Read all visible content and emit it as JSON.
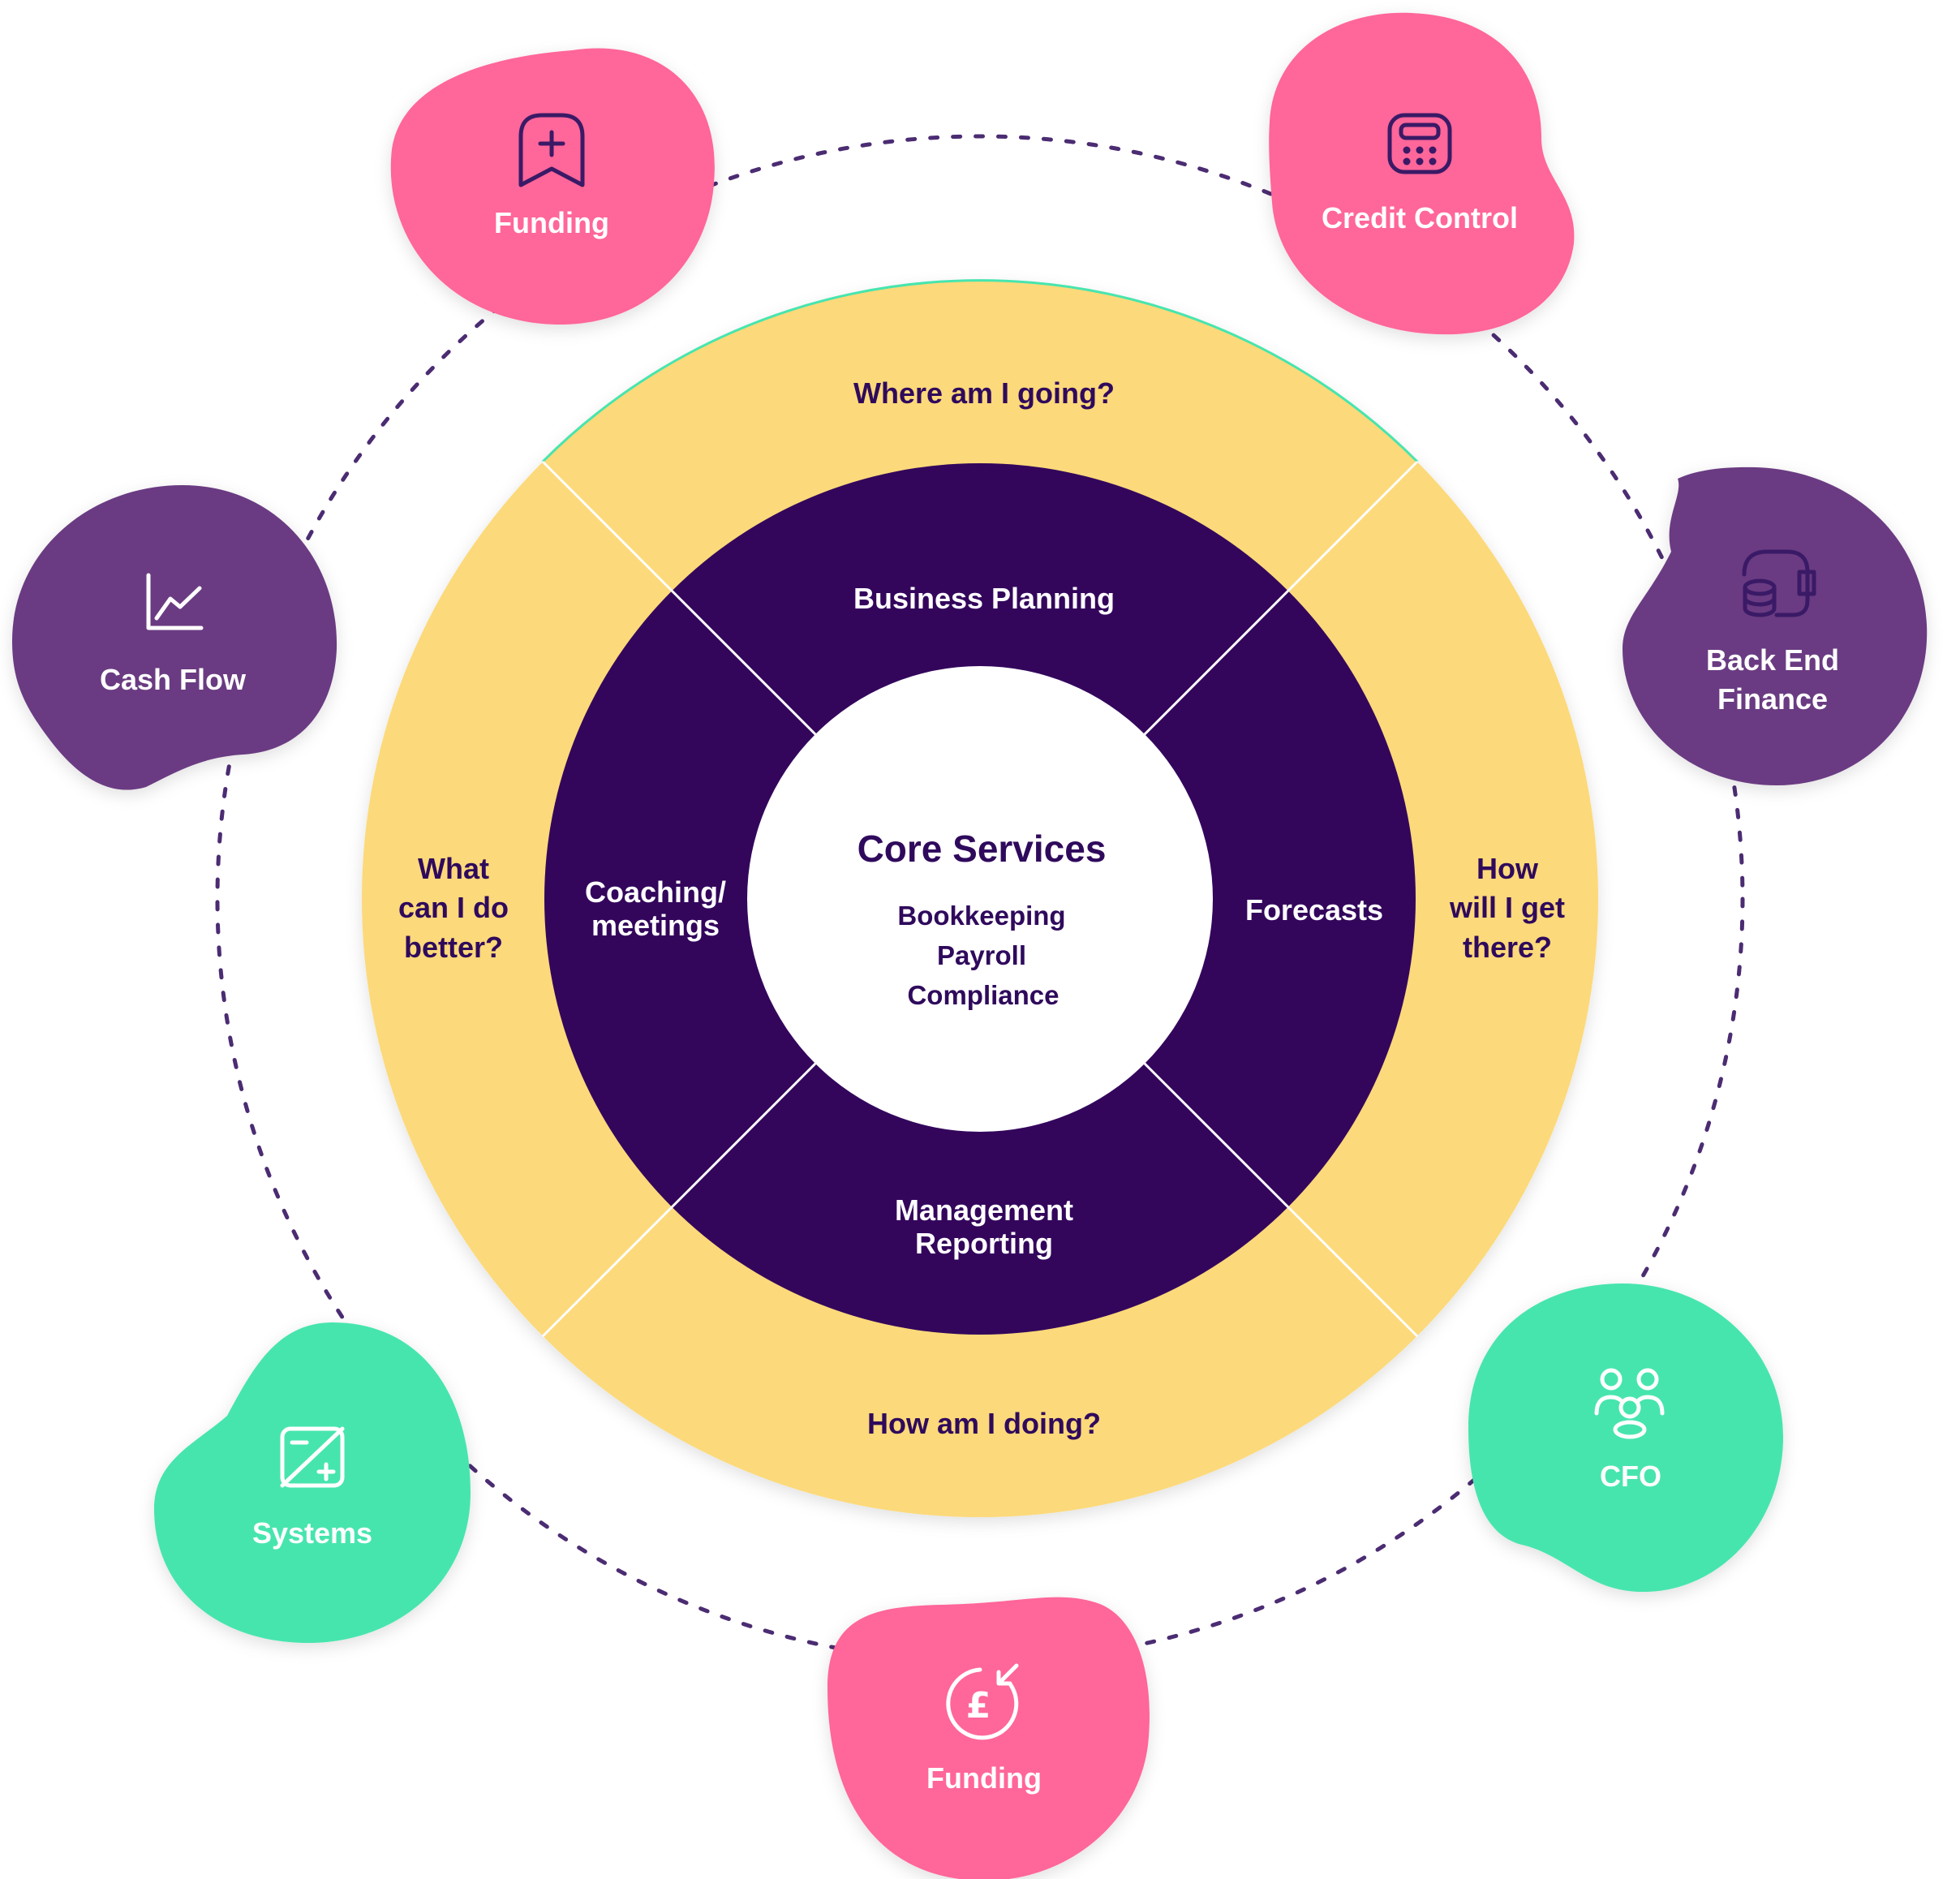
{
  "colors": {
    "outer_ring": "#fcd97a",
    "inner_ring": "#33065c",
    "center": "#ffffff",
    "pink": "#ff6699",
    "purple": "#6a3a82",
    "green": "#47e5ae",
    "dots": "#4b2c72",
    "text_dark": "#2f0a5c"
  },
  "center": {
    "title": "Core Services",
    "items": [
      "Bookkeeping",
      "Payroll",
      "Compliance"
    ]
  },
  "inner_ring": {
    "top": "Business Planning",
    "right": "Forecasts",
    "bottom": [
      "Management",
      "Reporting"
    ],
    "left": [
      "Coaching/",
      "meetings"
    ]
  },
  "outer_ring": {
    "top": "Where am I going?",
    "right": [
      "How",
      "will I get",
      "there?"
    ],
    "bottom": "How am I doing?",
    "left": [
      "What",
      "can I do",
      "better?"
    ]
  },
  "bubbles": {
    "funding_top": {
      "label": [
        "Funding"
      ],
      "icon": "bookmark-plus-icon"
    },
    "credit_control": {
      "label": [
        "Credit Control"
      ],
      "icon": "calculator-icon"
    },
    "back_end_finance": {
      "label": [
        "Back End",
        "Finance"
      ],
      "icon": "wallet-coins-icon"
    },
    "cfo": {
      "label": [
        "CFO"
      ],
      "icon": "people-group-icon"
    },
    "funding_bottom": {
      "label": [
        "Funding"
      ],
      "icon": "pound-inflow-icon"
    },
    "systems": {
      "label": [
        "Systems"
      ],
      "icon": "plus-minus-icon"
    },
    "cash_flow": {
      "label": [
        "Cash Flow"
      ],
      "icon": "line-chart-icon"
    }
  }
}
